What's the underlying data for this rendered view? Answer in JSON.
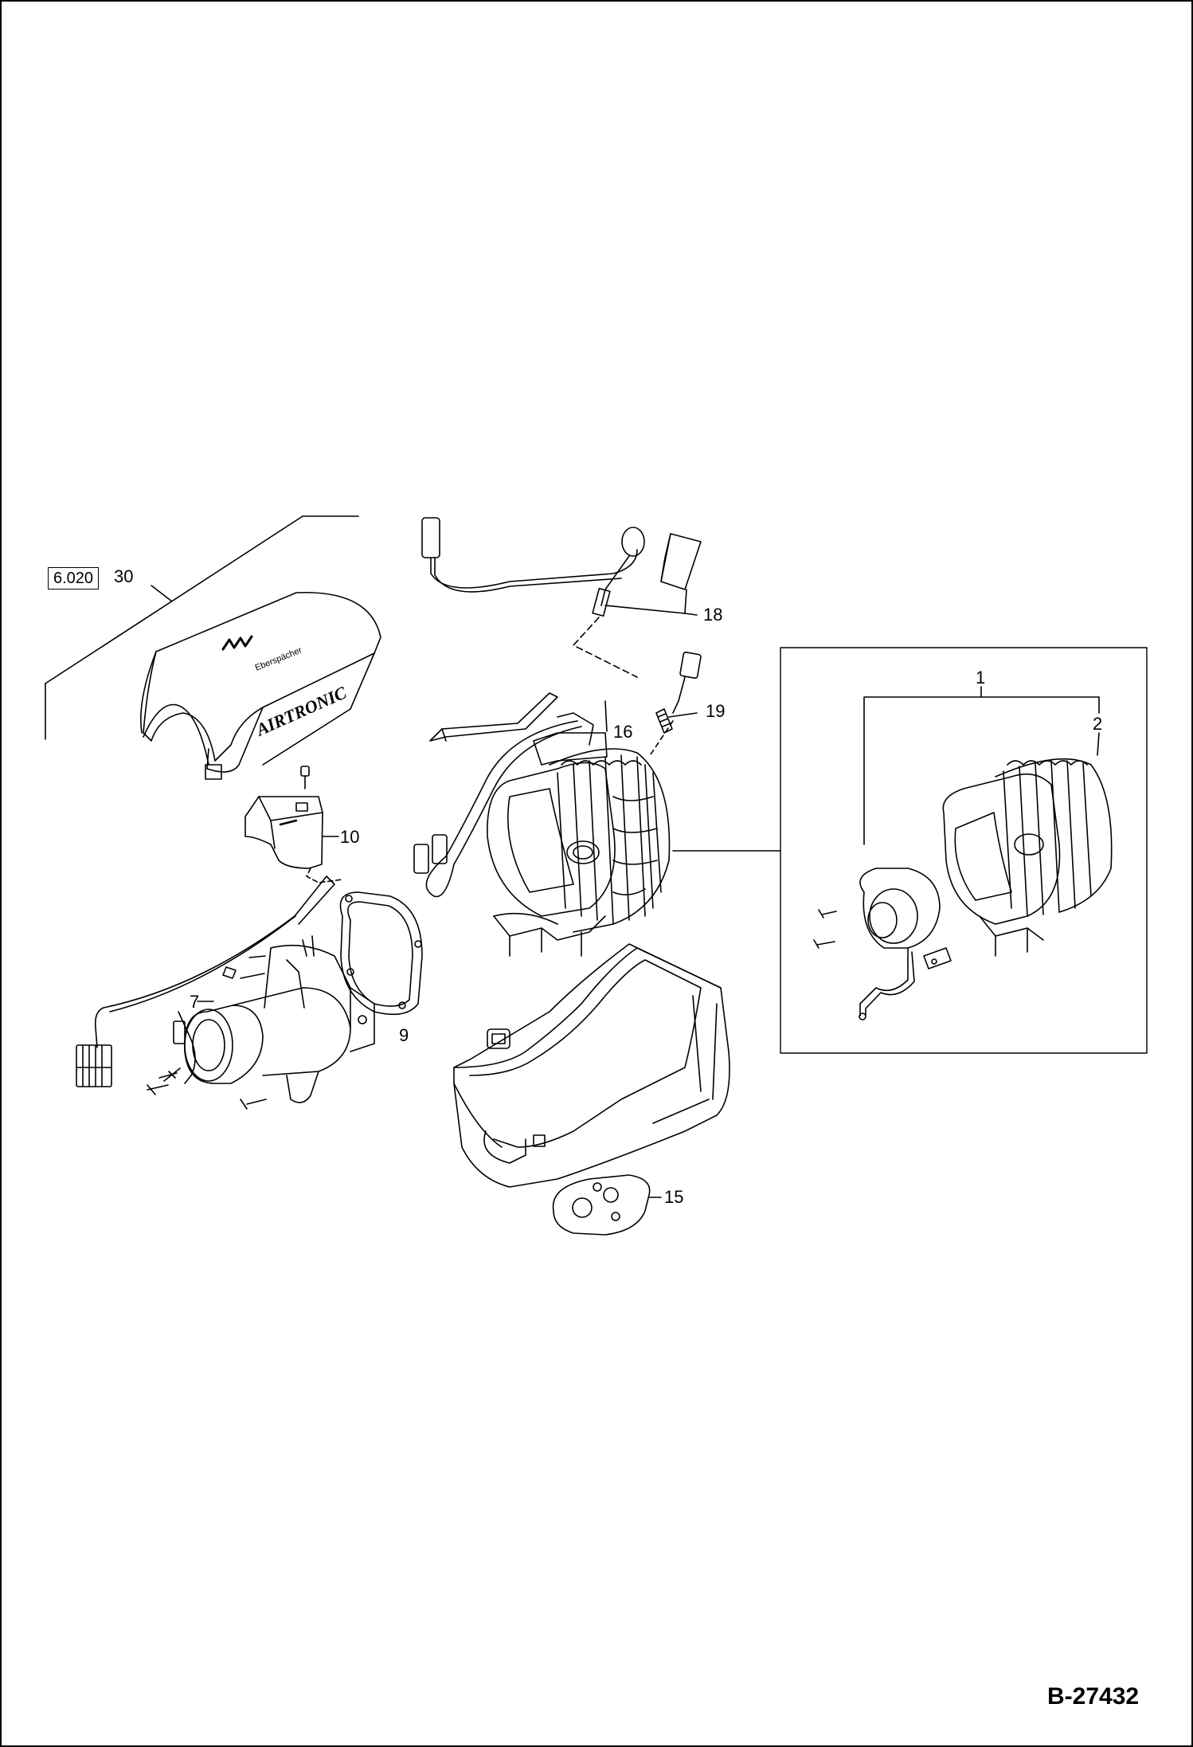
{
  "reference_box": "6.020",
  "drawing_number": "B-27432",
  "housing_logo_text": "AIRTRONIC",
  "callouts": {
    "c30": "30",
    "c18": "18",
    "c19": "19",
    "c16": "16",
    "c10": "10",
    "c7": "7",
    "c9": "9",
    "c15": "15",
    "c1": "1",
    "c2": "2"
  },
  "colors": {
    "line": "#000000",
    "background": "#ffffff"
  }
}
